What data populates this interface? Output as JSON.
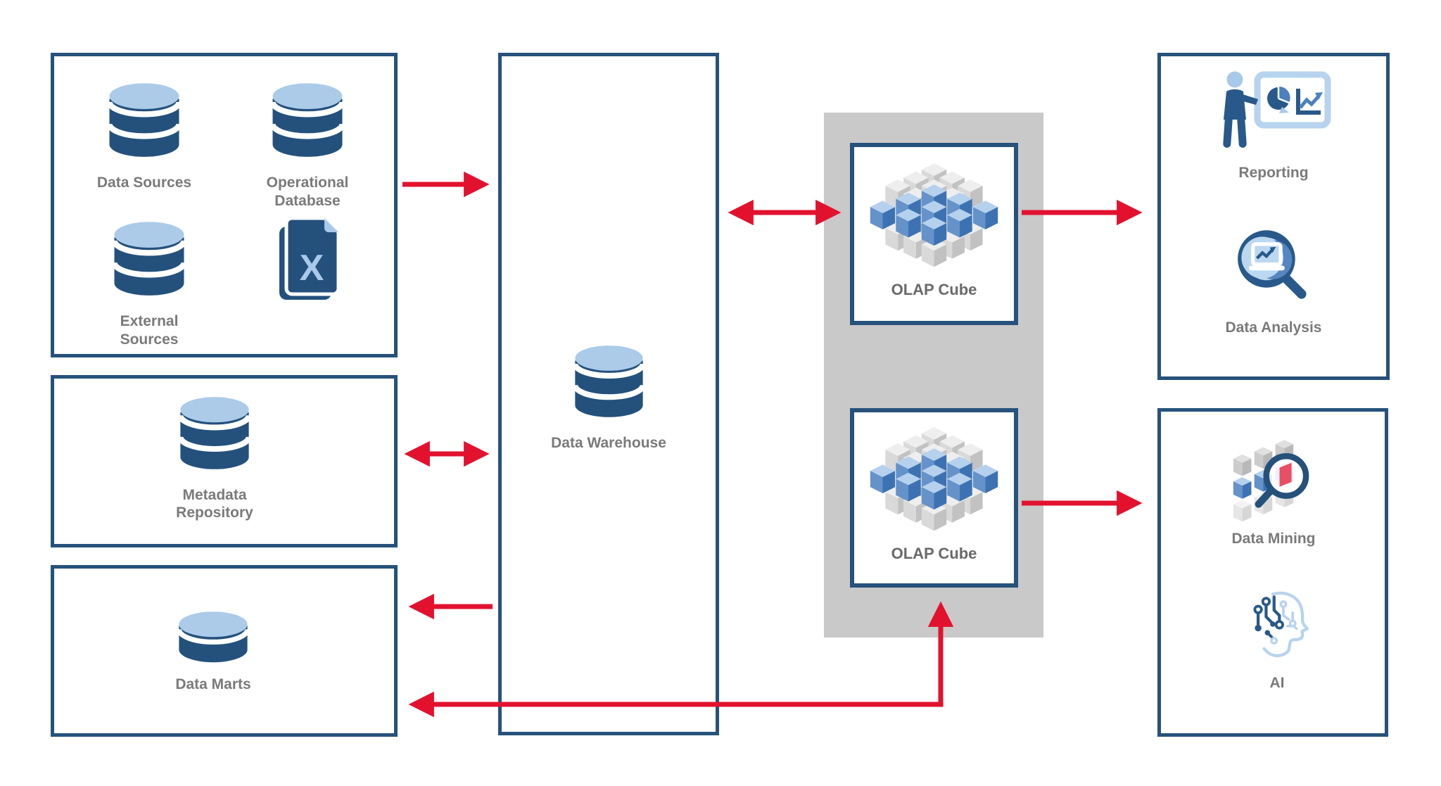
{
  "nodes": {
    "data_sources": {
      "label": "Data Sources",
      "icon": "database-icon"
    },
    "operational_database": {
      "label": "Operational Database",
      "icon": "database-icon"
    },
    "external_sources": {
      "label": "External Sources",
      "icon": "database-icon"
    },
    "excel_files": {
      "label": "X",
      "icon": "excel-file-icon"
    },
    "metadata_repository": {
      "label": "Metadata Repository",
      "icon": "database-icon"
    },
    "data_marts": {
      "label": "Data Marts",
      "icon": "database-icon"
    },
    "data_warehouse": {
      "label": "Data Warehouse",
      "icon": "database-icon"
    },
    "olap_cube_top": {
      "label": "OLAP Cube",
      "icon": "olap-cube-icon"
    },
    "olap_cube_bottom": {
      "label": "OLAP Cube",
      "icon": "olap-cube-icon"
    },
    "reporting": {
      "label": "Reporting",
      "icon": "presenter-board-icon"
    },
    "data_analysis": {
      "label": "Data Analysis",
      "icon": "magnifier-laptop-icon"
    },
    "data_mining": {
      "label": "Data Mining",
      "icon": "cubes-magnifier-icon"
    },
    "ai": {
      "label": "AI",
      "icon": "circuit-head-icon"
    }
  },
  "colors": {
    "border_blue": "#26527b",
    "dark_blue": "#24517c",
    "mid_blue": "#4d80bd",
    "light_blue": "#abcbe9",
    "arrow_red": "#e2122f",
    "panel_gray": "#c9c9c9",
    "label_gray": "#7a7a7a",
    "mining_red": "#e84f66"
  }
}
